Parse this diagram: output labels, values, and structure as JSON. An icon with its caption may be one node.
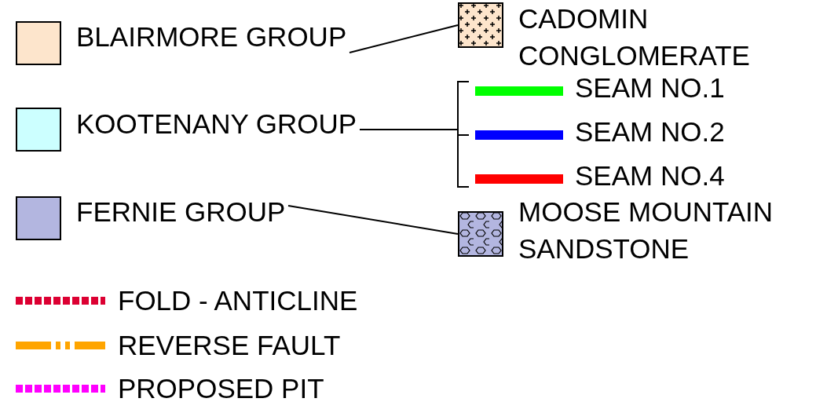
{
  "diagram": {
    "nodes": [
      {
        "text": [
          "BLAIRMORE GROUP"
        ]
      },
      {
        "text": [],
        "shape": "box",
        "beside": [
          "CADOMIN CONGLOMERATE"
        ]
      },
      {
        "text": [
          "KOOTENANY GROUP"
        ]
      },
      {
        "text": [
          "SEAM NO.1"
        ]
      },
      {
        "text": [
          "SEAM NO.2"
        ]
      },
      {
        "text": [
          "SEAM NO.4"
        ]
      },
      {
        "text": [
          "FERNIE GROUP"
        ]
      },
      {
        "text": [],
        "shape": "box",
        "beside": [
          "MOOSE MOUNTAIN SANDSTONE"
        ]
      }
    ],
    "edges": [
      {
        "from": 0,
        "to": 1,
        "arrow": "none"
      },
      {
        "from": 2,
        "to": 3,
        "arrow": "none"
      },
      {
        "from": 2,
        "to": 4,
        "arrow": "none"
      },
      {
        "from": 2,
        "to": 5,
        "arrow": "none"
      },
      {
        "from": 6,
        "to": 7,
        "arrow": "none"
      }
    ],
    "legend": [
      {
        "text": "FOLD - ANTICLINE"
      },
      {
        "text": "REVERSE FAULT"
      },
      {
        "text": "PROPOSED PIT"
      }
    ]
  }
}
